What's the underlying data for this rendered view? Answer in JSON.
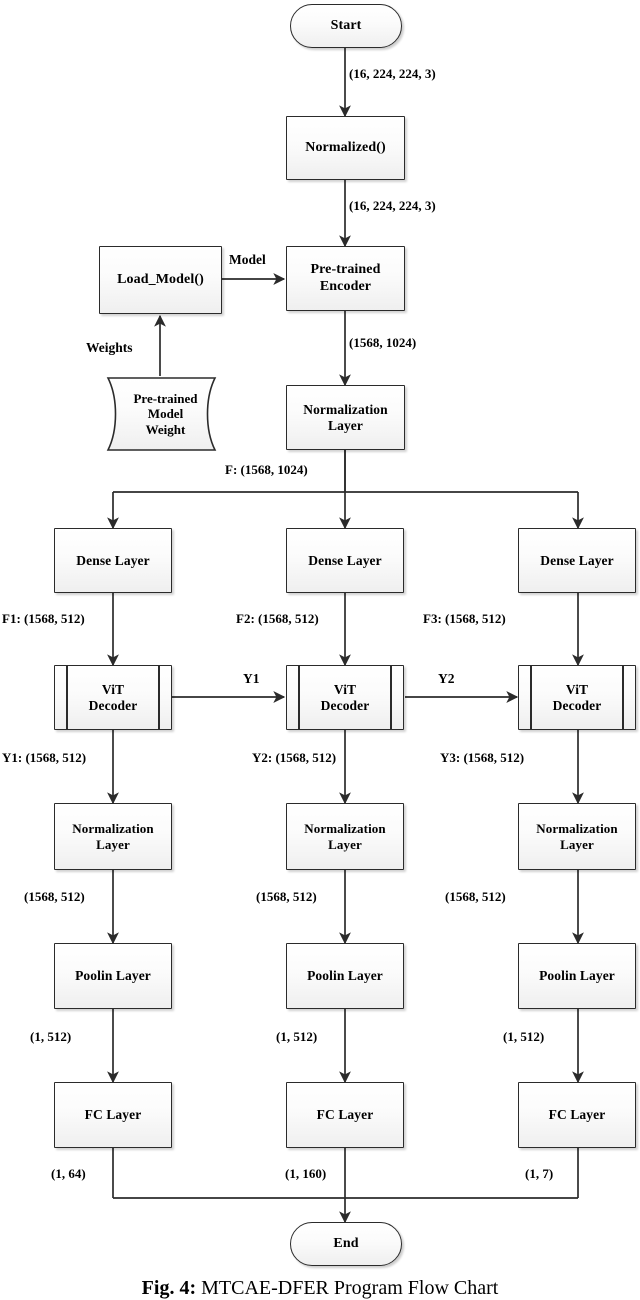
{
  "figure": {
    "caption_prefix": "Fig. 4:",
    "caption_text": "MTCAE-DFER Program Flow Chart"
  },
  "style": {
    "line_color": "#2b2b2b",
    "node_fill_top": "#ffffff",
    "node_fill_bottom": "#efefef",
    "text_color": "#000000"
  },
  "nodes": {
    "start": {
      "label": "Start",
      "shape": "terminator"
    },
    "normalized": {
      "label": "Normalized()",
      "shape": "process"
    },
    "load_model": {
      "label": "Load_Model()",
      "shape": "process"
    },
    "pretrained_encoder": {
      "line1": "Pre-trained",
      "line2": "Encoder",
      "shape": "process"
    },
    "pretrained_weight": {
      "line1": "Pre-trained",
      "line2": "Model",
      "line3": "Weight",
      "shape": "stored-data"
    },
    "norm_layer_main": {
      "line1": "Normalization",
      "line2": "Layer",
      "shape": "process"
    },
    "dense_layers": [
      {
        "label": "Dense Layer",
        "shape": "process"
      },
      {
        "label": "Dense Layer",
        "shape": "process"
      },
      {
        "label": "Dense Layer",
        "shape": "process"
      }
    ],
    "vit_decoders": [
      {
        "line1": "ViT",
        "line2": "Decoder",
        "shape": "subroutine"
      },
      {
        "line1": "ViT",
        "line2": "Decoder",
        "shape": "subroutine"
      },
      {
        "line1": "ViT",
        "line2": "Decoder",
        "shape": "subroutine"
      }
    ],
    "norm_layers": [
      {
        "line1": "Normalization",
        "line2": "Layer",
        "shape": "process"
      },
      {
        "line1": "Normalization",
        "line2": "Layer",
        "shape": "process"
      },
      {
        "line1": "Normalization",
        "line2": "Layer",
        "shape": "process"
      }
    ],
    "pooling_layers": [
      {
        "label": "Poolin Layer",
        "shape": "process"
      },
      {
        "label": "Poolin Layer",
        "shape": "process"
      },
      {
        "label": "Poolin Layer",
        "shape": "process"
      }
    ],
    "fc_layers": [
      {
        "label": "FC Layer",
        "shape": "process"
      },
      {
        "label": "FC Layer",
        "shape": "process"
      },
      {
        "label": "FC Layer",
        "shape": "process"
      }
    ],
    "end": {
      "label": "End",
      "shape": "terminator"
    }
  },
  "edge_labels": {
    "start_to_normalized": "(16, 224, 224, 3)",
    "normalized_to_encoder": "(16, 224, 224, 3)",
    "loadmodel_to_encoder": "Model",
    "weight_to_loadmodel": "Weights",
    "encoder_to_norm": "(1568, 1024)",
    "norm_to_branch": "F: (1568, 1024)",
    "dense_out_1": "F1: (1568, 512)",
    "dense_out_2": "F2: (1568, 512)",
    "dense_out_3": "F3: (1568, 512)",
    "vit_chain_1": "Y1",
    "vit_chain_2": "Y2",
    "vit_out_1": "Y1: (1568, 512)",
    "vit_out_2": "Y2: (1568, 512)",
    "vit_out_3": "Y3: (1568, 512)",
    "norm_out_1": "(1568, 512)",
    "norm_out_2": "(1568, 512)",
    "norm_out_3": "(1568, 512)",
    "pool_out_1": "(1, 512)",
    "pool_out_2": "(1, 512)",
    "pool_out_3": "(1, 512)",
    "fc_out_1": "(1, 64)",
    "fc_out_2": "(1, 160)",
    "fc_out_3": "(1, 7)"
  }
}
